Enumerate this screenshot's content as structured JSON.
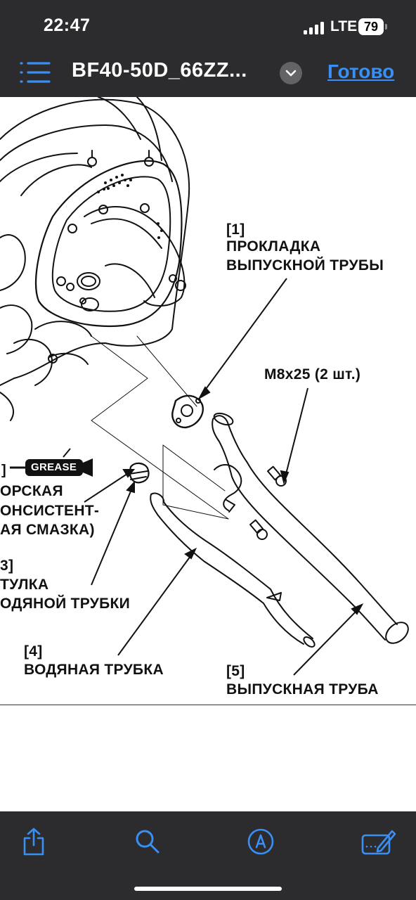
{
  "status_bar": {
    "time": "22:47",
    "network": "LTE",
    "battery": "79"
  },
  "nav": {
    "title": "BF40-50D_66ZZ...",
    "done_label": "Готово"
  },
  "diagram": {
    "labels": {
      "part1_num": "[1]",
      "part1_line1": "ПРОКЛАДКА",
      "part1_line2": "ВЫПУСКНОЙ ТРУБЫ",
      "bolt": "M8x25 (2 шт.)",
      "grease_num": "]",
      "grease_badge": "GREASE",
      "grease_line1": "ОРСКАЯ",
      "grease_line2": "ОНСИСТЕНТ-",
      "grease_line3": "АЯ СМАЗКА)",
      "part3_num": "3]",
      "part3_line1": "ТУЛКА",
      "part3_line2": "ОДЯНОЙ ТРУБКИ",
      "part4_num": "[4]",
      "part4_name": "ВОДЯНАЯ ТРУБКА",
      "part5_num": "[5]",
      "part5_name": "ВЫПУСКНАЯ ТРУБА"
    }
  },
  "toolbar": {
    "items": [
      "share-icon",
      "search-icon",
      "markup-icon",
      "edit-icon"
    ]
  },
  "colors": {
    "bar_bg": "#2c2c2e",
    "accent": "#3a8ff5",
    "page_bg": "#ffffff"
  }
}
